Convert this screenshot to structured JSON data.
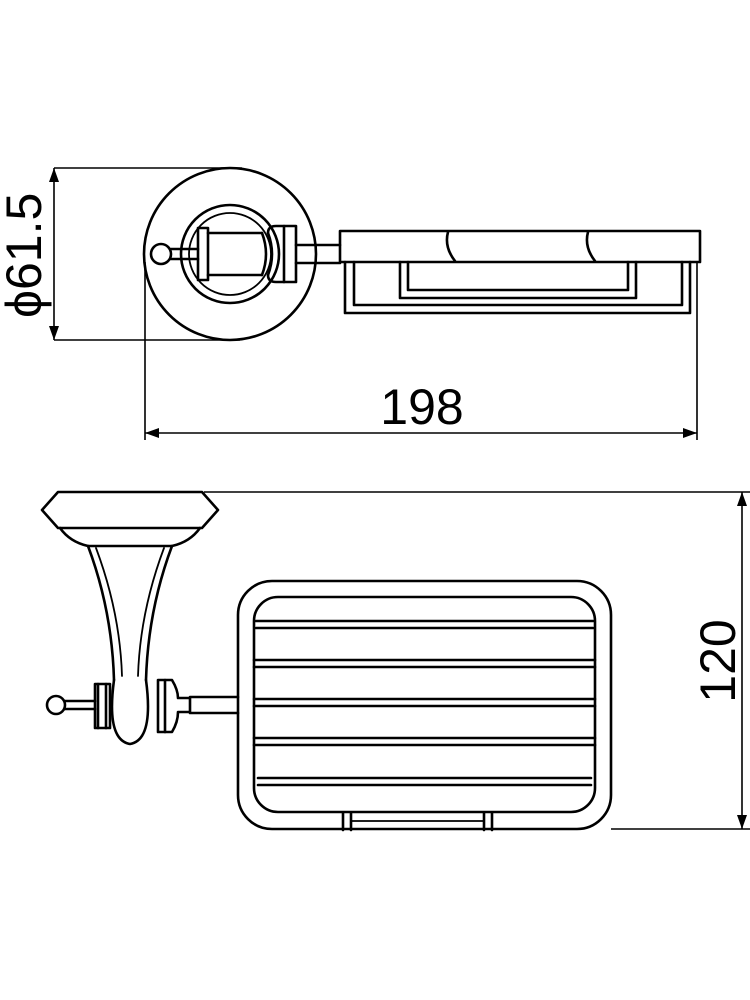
{
  "drawing": {
    "top_view": {
      "diameter_label": "ϕ61.5"
    },
    "front_view": {
      "width_label": "198",
      "height_label": "120"
    },
    "colors": {
      "line": "#000000",
      "background": "#ffffff"
    }
  }
}
